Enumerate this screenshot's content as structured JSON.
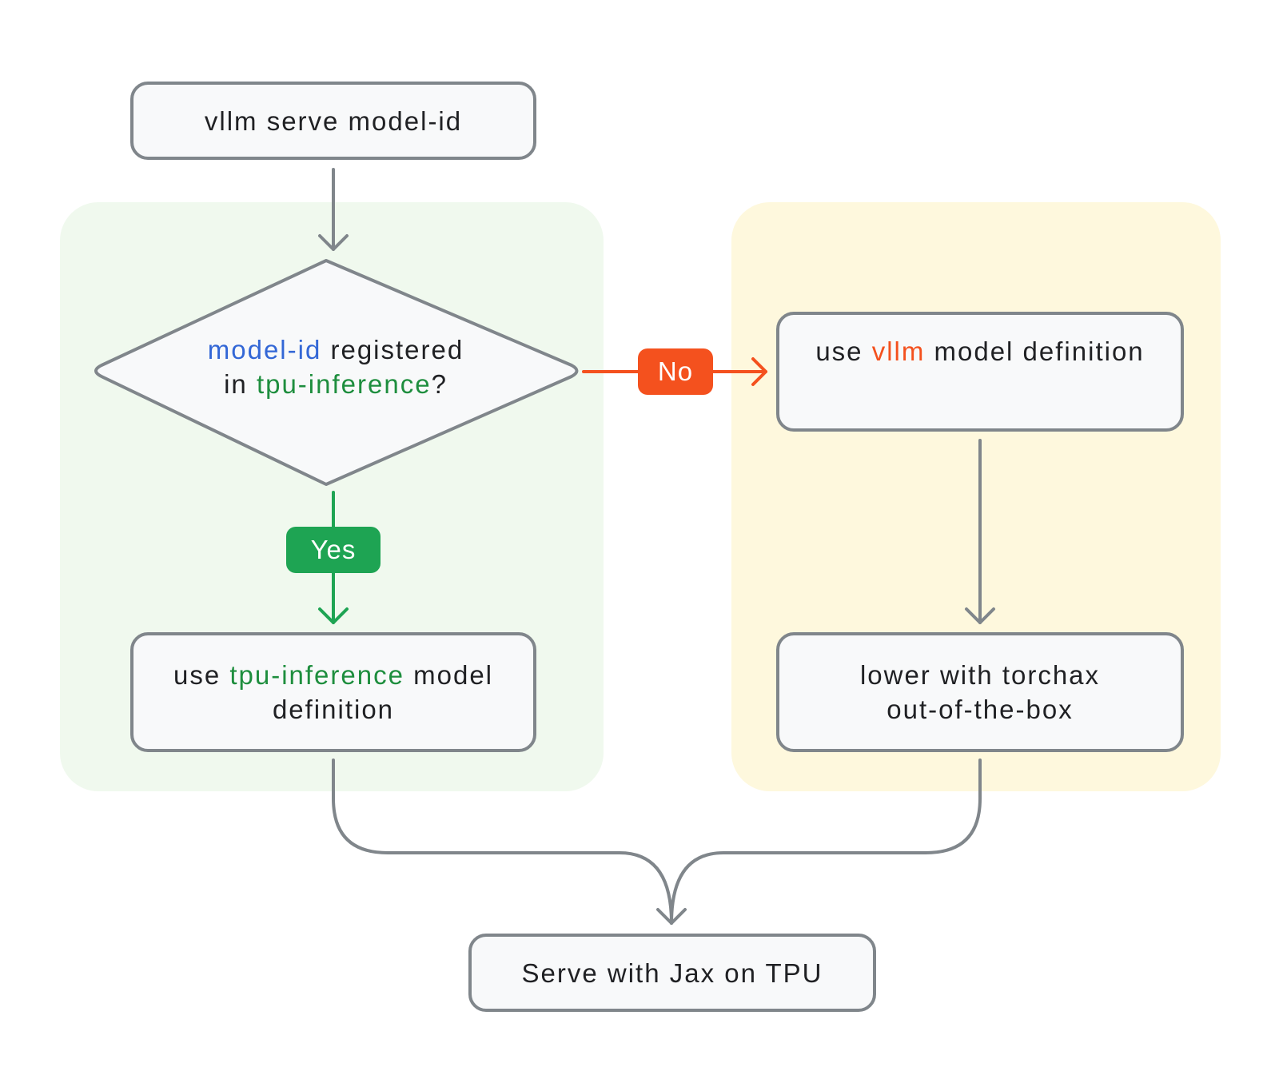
{
  "colors": {
    "green_region": "#f0f9ee",
    "yellow_region": "#fef8dd",
    "box_border": "#80868b",
    "accent_blue": "#3367d6",
    "accent_green": "#1e8e3e",
    "accent_orange": "#f4511e",
    "badge_green": "#1ea453",
    "badge_orange": "#f4511e"
  },
  "start_box": {
    "text": "vllm serve model-id"
  },
  "decision": {
    "part1": "model-id",
    "part2": " registered",
    "part3": "in ",
    "part4": "tpu-inference",
    "part5": "?"
  },
  "badges": {
    "no": "No",
    "yes": "Yes"
  },
  "left_box": {
    "part1": "use ",
    "part2": "tpu-inference",
    "part3": " model",
    "part4": "definition"
  },
  "right_top_box": {
    "part1": "use ",
    "part2": "vllm",
    "part3": " model definition"
  },
  "right_bottom_box": {
    "line1": "lower with torchax",
    "line2": "out-of-the-box"
  },
  "end_box": {
    "text": "Serve with Jax on TPU"
  }
}
